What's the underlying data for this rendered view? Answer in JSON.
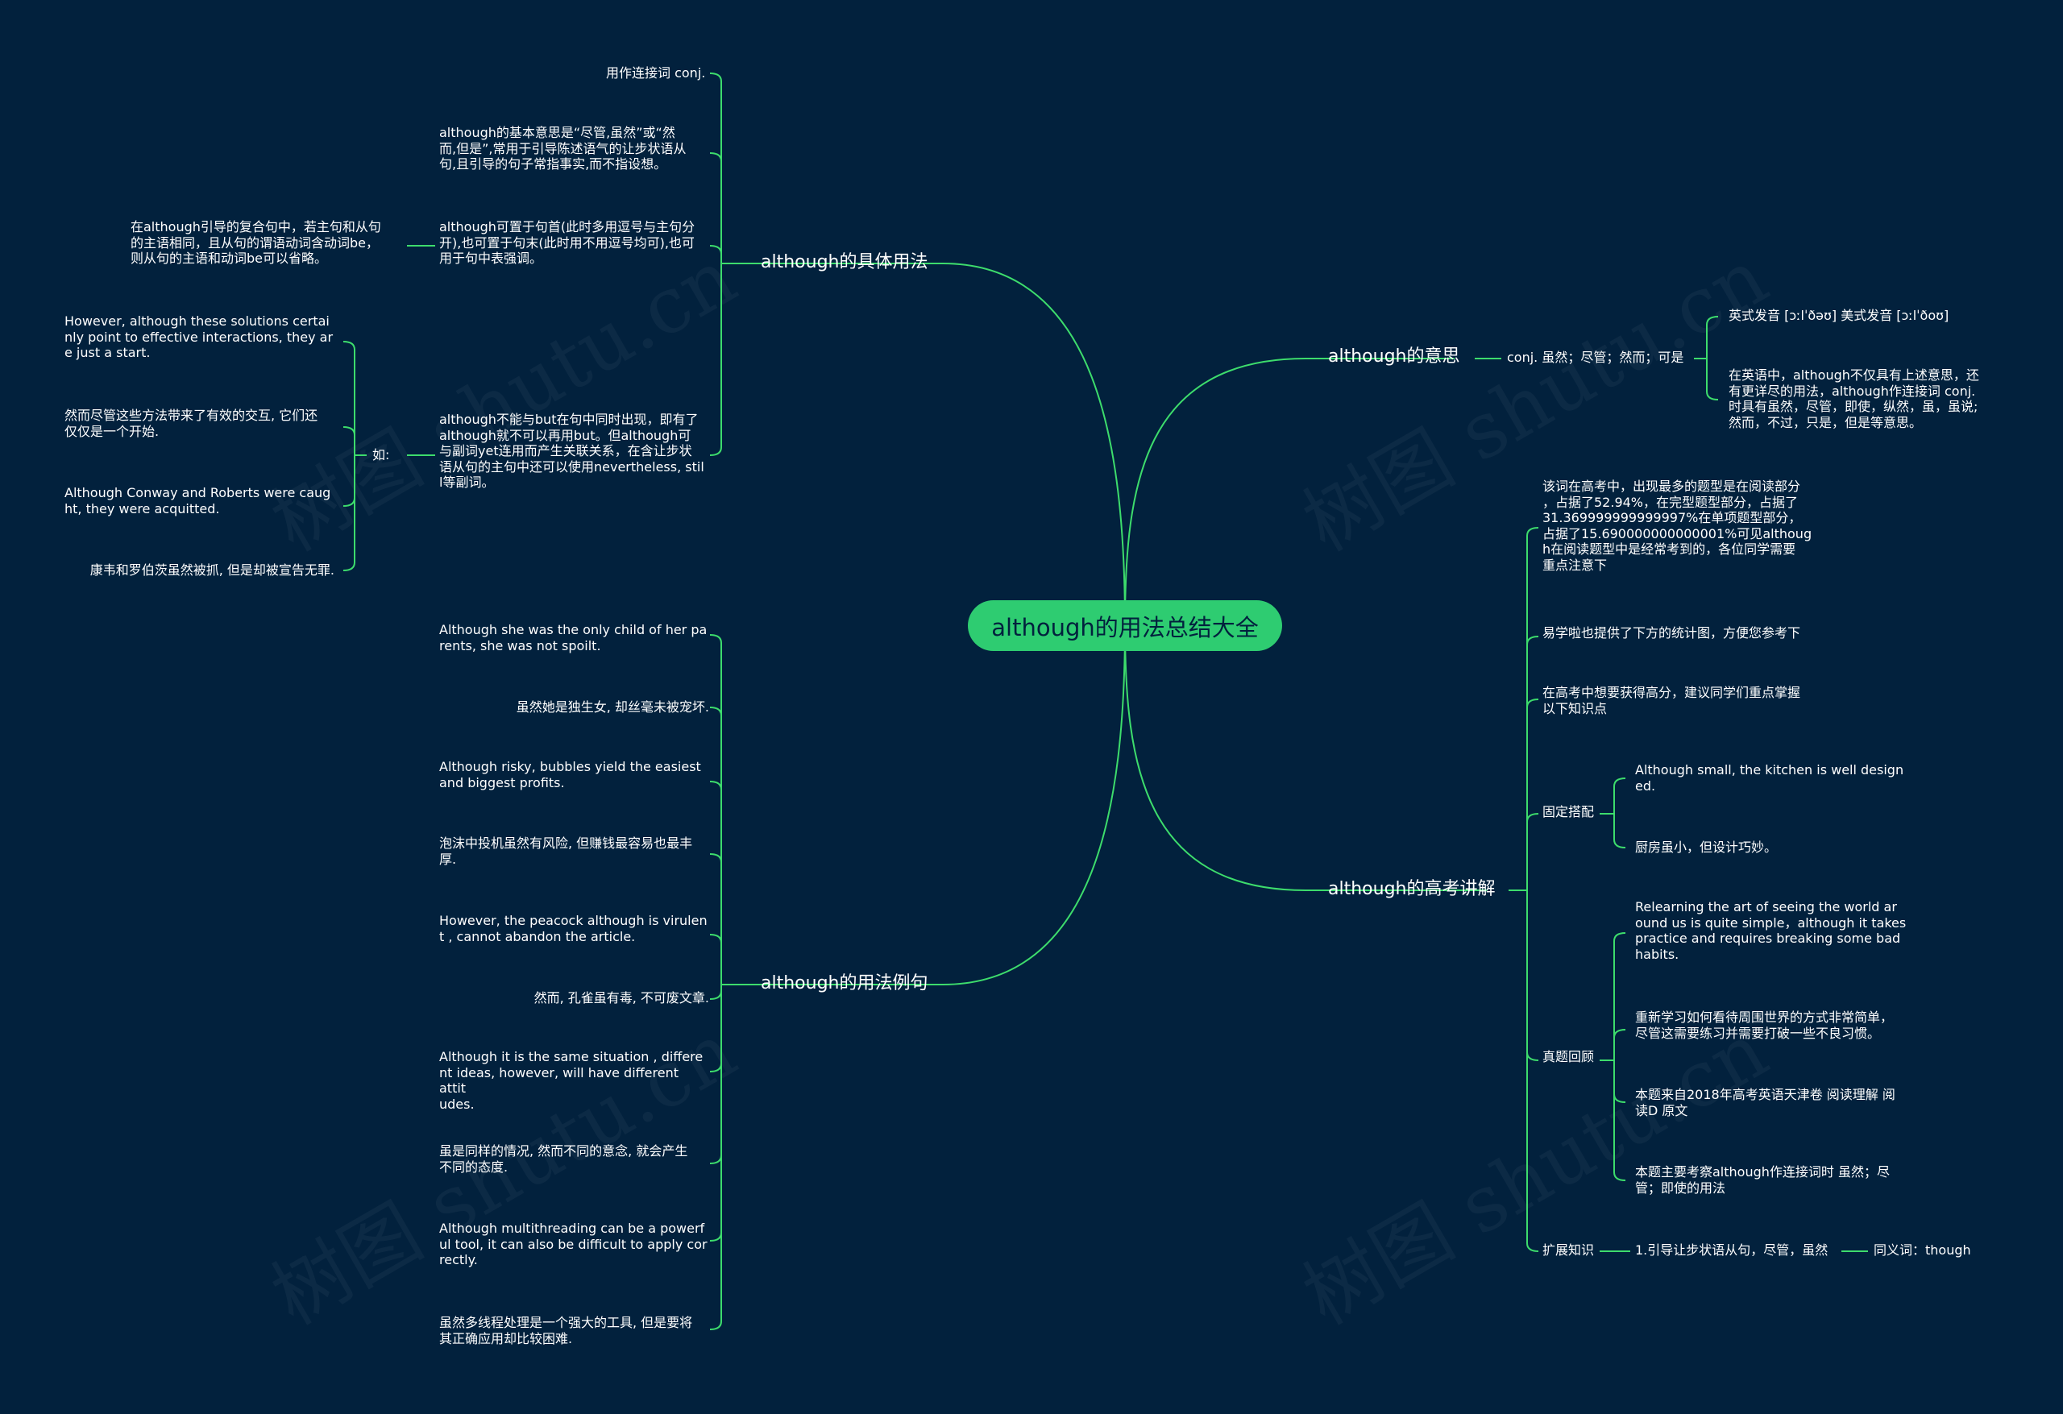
{
  "watermark": "树图 shutu.cn",
  "root": "although的用法总结大全",
  "branches": {
    "meaning": {
      "label": "although的意思",
      "definition": "conj. 虽然；尽管；然而；可是",
      "pronunciation": "英式发音 [ɔːlˈðəʊ] 美式发音 [ɔːlˈðoʊ]",
      "explanation": "在英语中，although不仅具有上述意思，还\n有更详尽的用法，although作连接词 conj.\n时具有虽然，尽管，即使，纵然，虽，虽说;\n然而，不过，只是，但是等意思。"
    },
    "usage": {
      "label": "although的具体用法",
      "items": {
        "conj": "用作连接词 conj.",
        "basic": "although的基本意思是“尽管,虽然”或“然\n而,但是”,常用于引导陈述语气的让步状语从\n句,且引导的句子常指事实,而不指设想。",
        "position": "although可置于句首(此时多用逗号与主句分\n开),也可置于句末(此时用不用逗号均可),也可\n用于句中表强调。",
        "position_note": "在although引导的复合句中，若主句和从句\n的主语相同，且从句的谓语动词含动词be，\n则从句的主语和动词be可以省略。",
        "but": "although不能与but在句中同时出现，即有了\nalthough就不可以再用but。但although可\n与副词yet连用而产生关联关系，在含让步状\n语从句的主句中还可以使用nevertheless, stil\nl等副词。",
        "example_label": "如:",
        "examples": [
          "However, although these solutions certai\nnly point to effective interactions, they ar\ne just a start.",
          "然而尽管这些方法带来了有效的交互, 它们还\n仅仅是一个开始.",
          "Although Conway and Roberts were caug\nht, they were acquitted.",
          "康韦和罗伯茨虽然被抓, 但是却被宣告无罪."
        ]
      }
    },
    "sentences": {
      "label": "although的用法例句",
      "items": [
        "Although she was the only child of her pa\nrents, she was not spoilt.",
        "虽然她是独生女, 却丝毫未被宠坏.",
        "Although risky, bubbles yield the easiest\nand biggest profits.",
        "泡沫中投机虽然有风险, 但赚钱最容易也最丰\n厚.",
        "However, the peacock although is virulen\nt , cannot abandon the article.",
        "然而, 孔雀虽有毒, 不可废文章.",
        "Although it is the same situation , differe\nnt ideas, however, will have different attit\nudes.",
        "虽是同样的情况, 然而不同的意念, 就会产生\n不同的态度.",
        "Although multithreading can be a powerf\nul tool, it can also be difficult to apply cor\nrectly.",
        "虽然多线程处理是一个强大的工具, 但是要将\n其正确应用却比较困难."
      ]
    },
    "exam": {
      "label": "although的高考讲解",
      "intro": [
        "该词在高考中，出现最多的题型是在阅读部分\n，占据了52.94%，在完型题型部分，占据了\n31.369999999999997%在单项题型部分，\n占据了15.690000000000001%可见althoug\nh在阅读题型中是经常考到的，各位同学需要\n重点注意下",
        "易学啦也提供了下方的统计图，方便您参考下",
        "在高考中想要获得高分，建议同学们重点掌握\n以下知识点"
      ],
      "fixed": {
        "label": "固定搭配",
        "items": [
          "Although small, the kitchen is well design\ned.",
          "厨房虽小，但设计巧妙。"
        ]
      },
      "review": {
        "label": "真题回顾",
        "items": [
          "Relearning the art of seeing the world ar\nound us is quite simple，although it takes\n practice and requires breaking some bad\n habits.",
          "重新学习如何看待周围世界的方式非常简单，\n尽管这需要练习并需要打破一些不良习惯。",
          "本题来自2018年高考英语天津卷 阅读理解 阅\n读D 原文",
          "本题主要考察although作连接词时 虽然；尽\n管；即使的用法"
        ]
      },
      "extend": {
        "label": "扩展知识",
        "item": "1.引导让步状语从句，尽管，虽然",
        "synonym": "同义词：though"
      }
    }
  },
  "colors": {
    "background": "#02213d",
    "line": "#3ddc6c",
    "root_fill": "#2ecc71",
    "root_text": "#02213d",
    "text": "#ffffff"
  }
}
